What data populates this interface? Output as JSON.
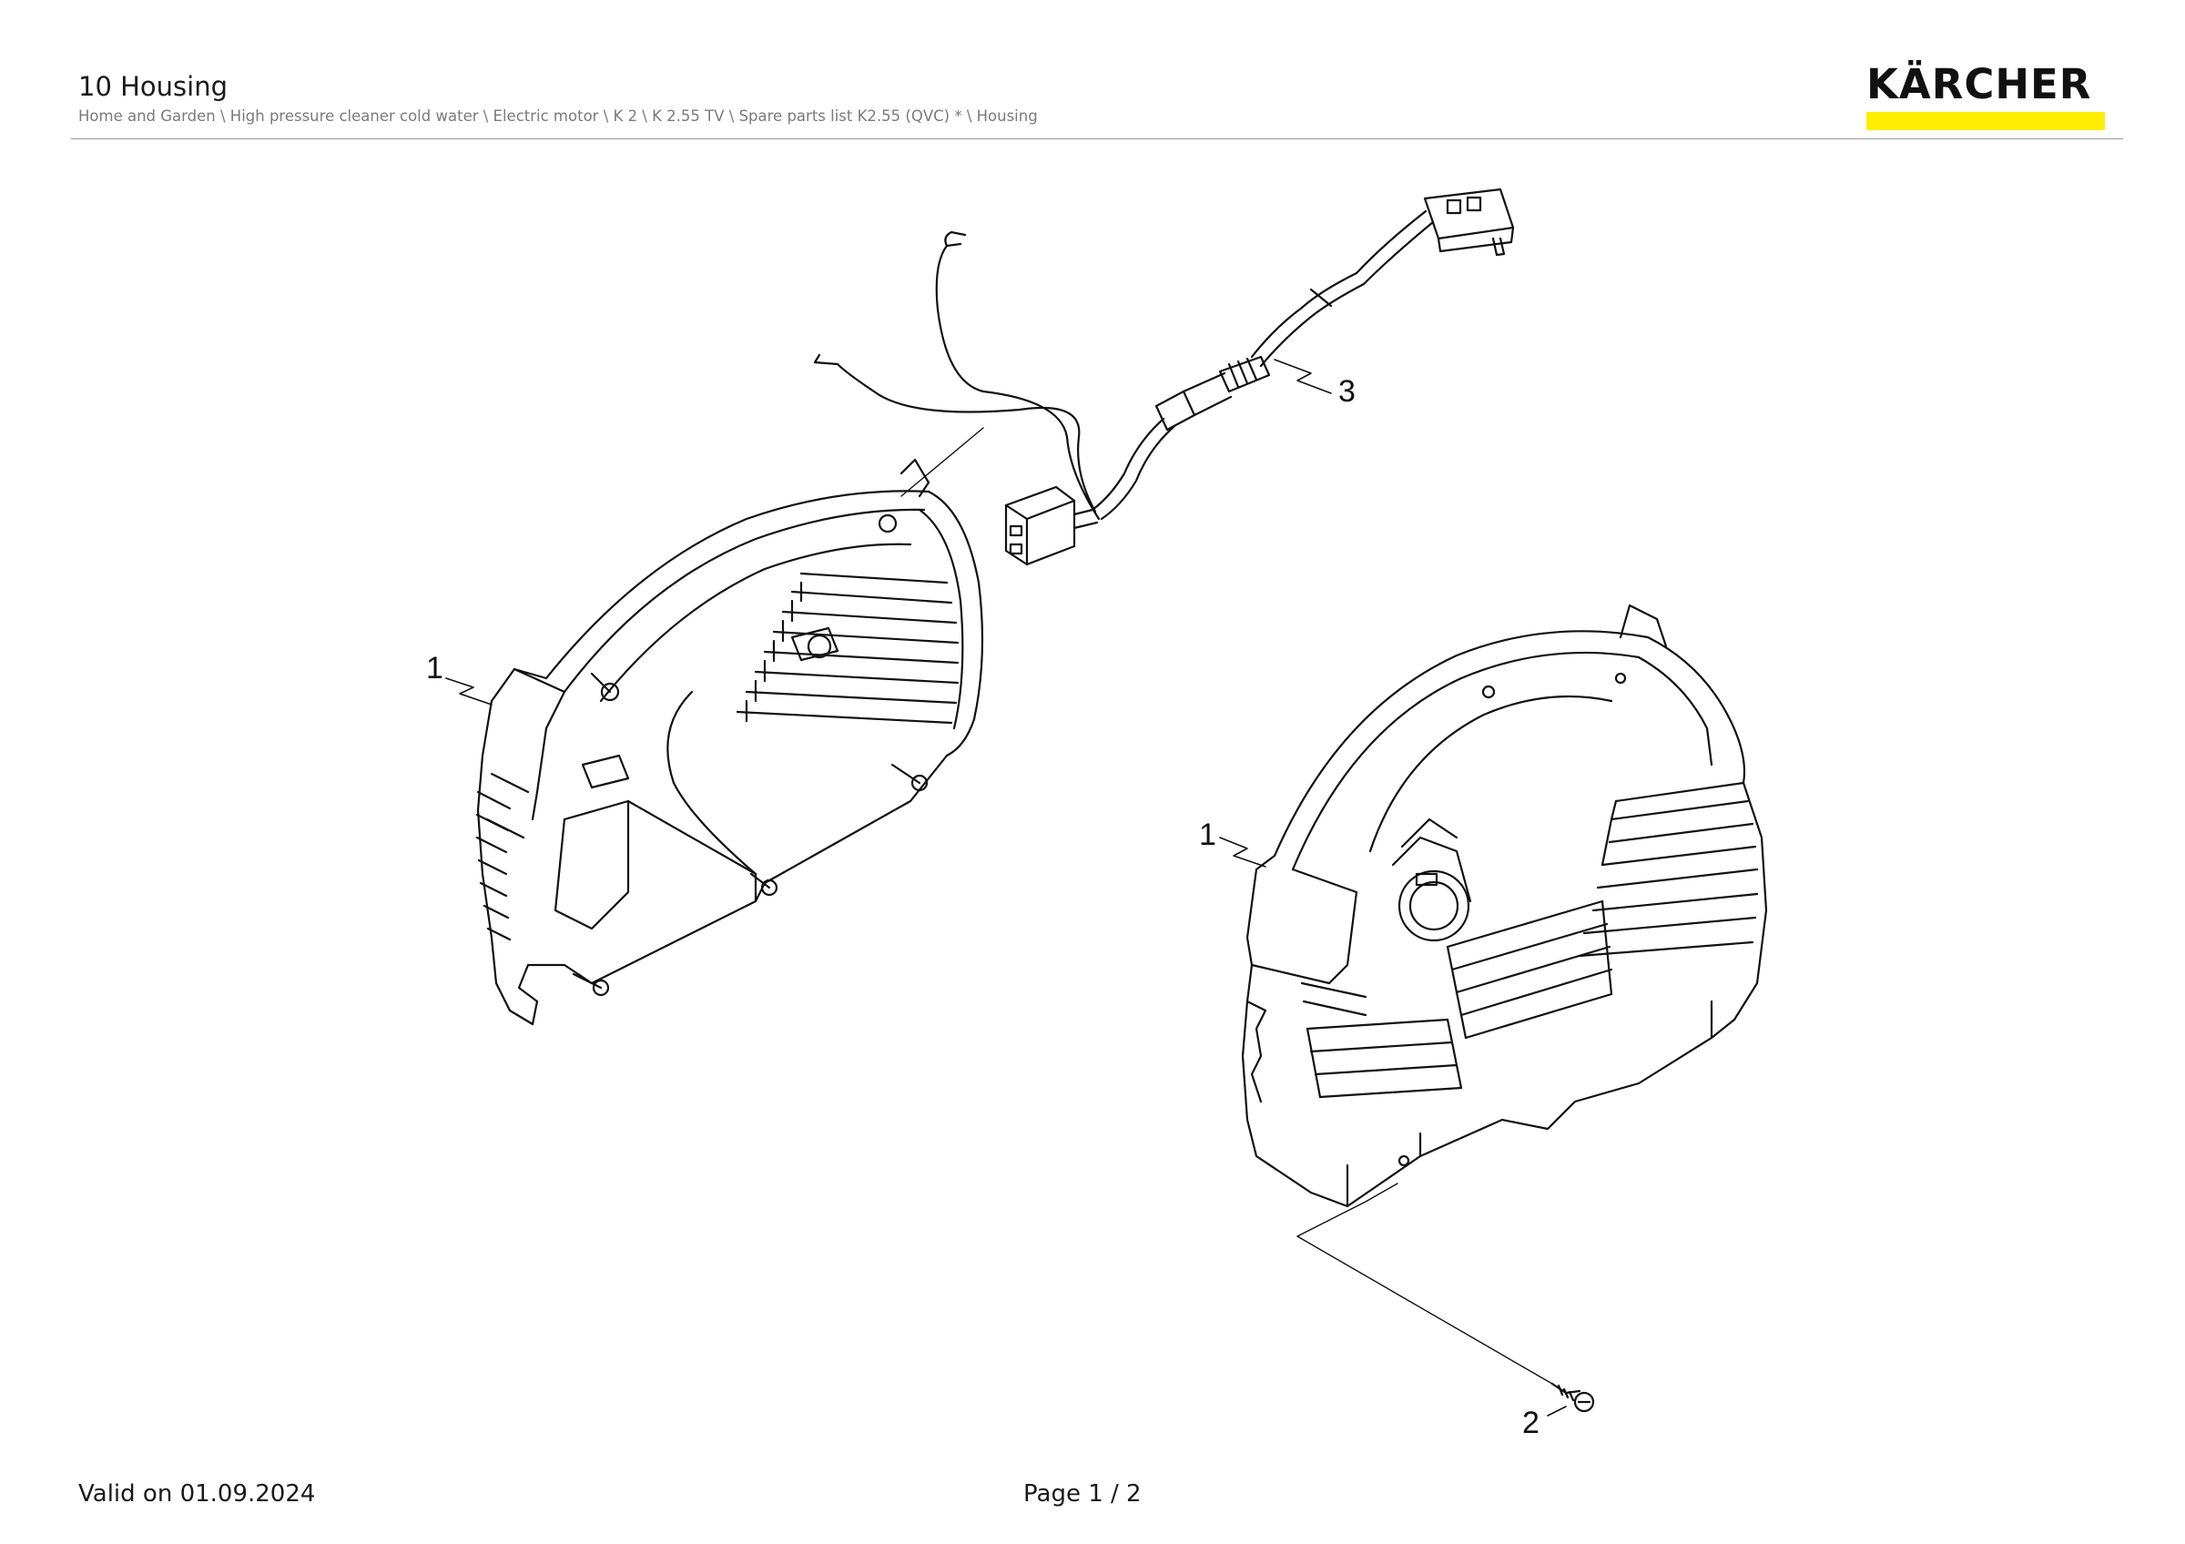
{
  "header": {
    "title": "10 Housing",
    "breadcrumb": "Home and Garden \\ High pressure cleaner cold water \\ Electric motor \\ K 2 \\ K 2.55 TV \\ Spare parts list K2.55 (QVC) * \\ Housing",
    "logo_text": "KÄRCHER",
    "logo_bar_color": "#ffed00"
  },
  "diagram": {
    "callouts": [
      {
        "id": "left-housing",
        "label": "1"
      },
      {
        "id": "right-housing",
        "label": "1"
      },
      {
        "id": "screw",
        "label": "2"
      },
      {
        "id": "cable",
        "label": "3"
      }
    ]
  },
  "footer": {
    "valid_on": "Valid on 01.09.2024",
    "page": "Page 1 / 2"
  }
}
